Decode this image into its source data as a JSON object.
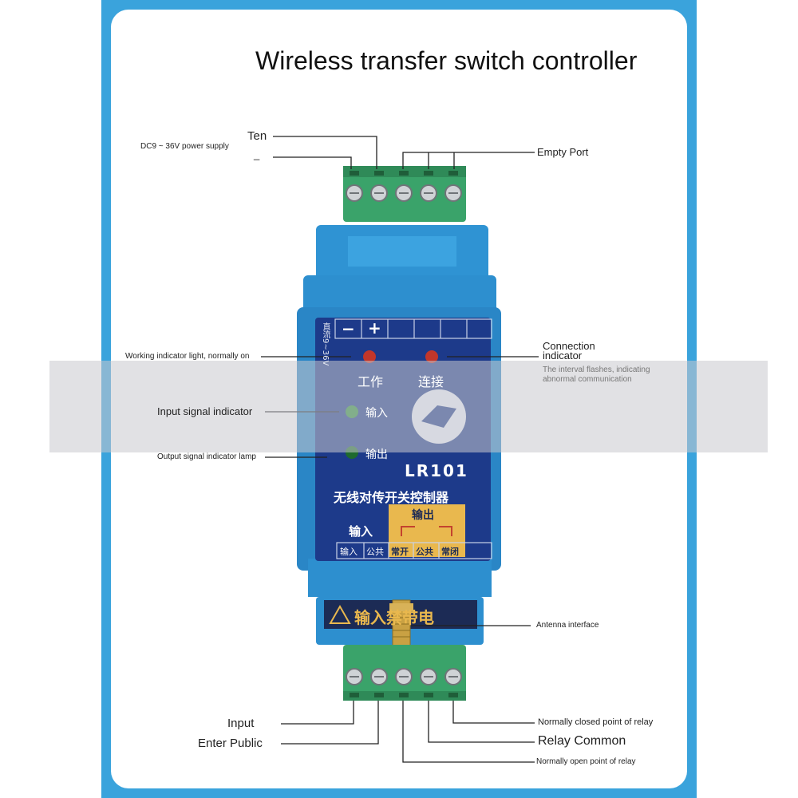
{
  "title": "Wireless transfer switch controller",
  "labels": {
    "ten": "Ten",
    "dc_power": "DC9 ~ 36V power supply",
    "dash": "_",
    "empty_port": "Empty Port",
    "working_indicator": "Working indicator light, normally on",
    "connection_indicator": "Connection indicator",
    "connection_note": "The interval flashes, indicating abnormal communication",
    "input_signal_indicator": "Input signal indicator",
    "output_signal_indicator": "Output signal indicator lamp",
    "antenna_interface": "Antenna interface",
    "input": "Input",
    "enter_public": "Enter Public",
    "normally_closed": "Normally closed point of relay",
    "relay_common": "Relay Common",
    "normally_open": "Normally open point of relay"
  },
  "device": {
    "minus": "−",
    "plus": "+",
    "dc_side": "直流9~36V",
    "work": "工作",
    "connect": "连接",
    "led_input": "输入",
    "led_output": "输出",
    "model": "LR101",
    "name": "无线对传开关控制器",
    "input_header": "输入",
    "output_header": "输出",
    "t_input": "输入",
    "t_common_in": "公共",
    "t_no": "常开",
    "t_common_out": "公共",
    "t_nc": "常闭",
    "warning": "输入禁带电"
  },
  "colors": {
    "frame_blue": "#3aa3dc",
    "device_blue": "#2d8fcf",
    "panel_navy": "#1d3a8a",
    "terminal_green": "#3aa36a",
    "output_box": "#e9b84e"
  }
}
